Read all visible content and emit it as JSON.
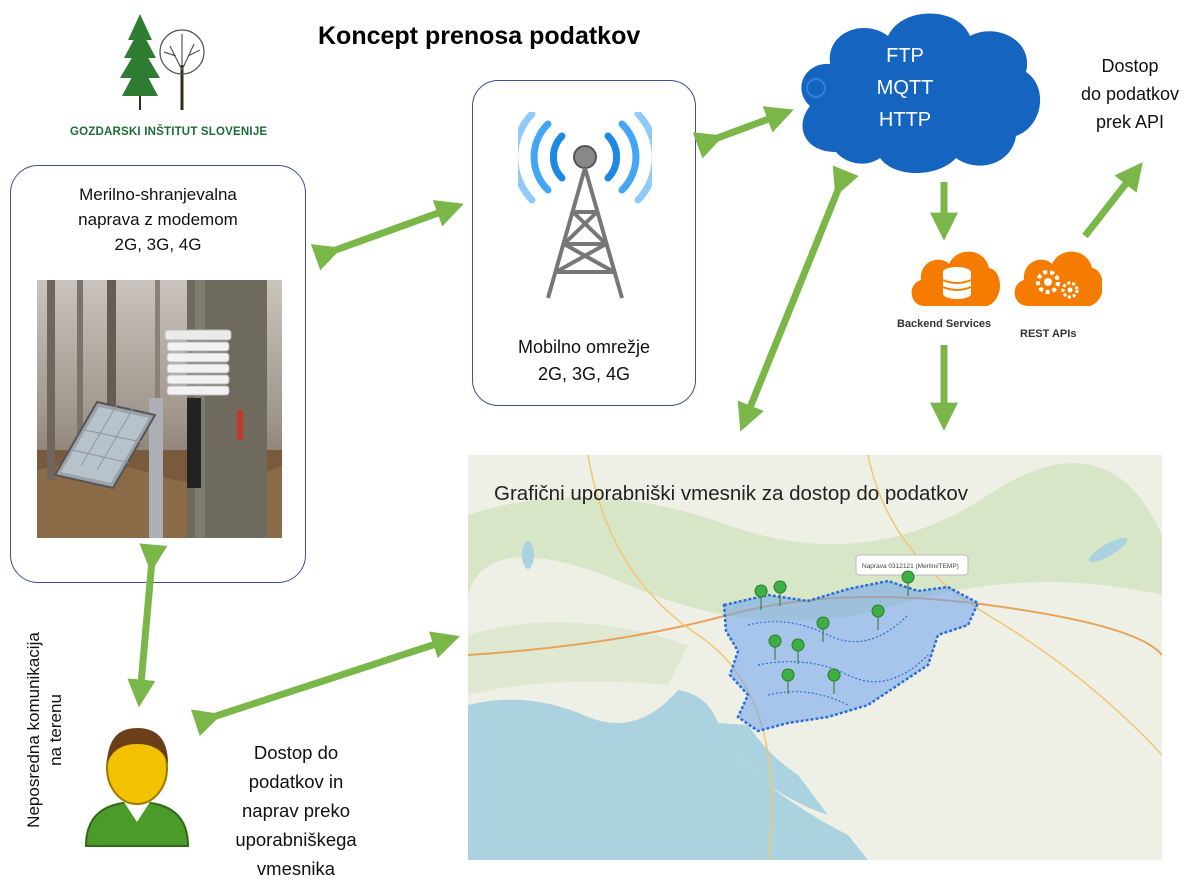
{
  "title": "Koncept prenosa podatkov",
  "logo": {
    "text": "GOZDARSKI INŠTITUT SLOVENIJE"
  },
  "device": {
    "lines": [
      "Merilno-shranjevalna",
      "naprava z modemom",
      "2G, 3G, 4G"
    ]
  },
  "network": {
    "lines": [
      "Mobilno omrežje",
      "2G, 3G, 4G"
    ]
  },
  "cloud": {
    "protocols": [
      "FTP",
      "MQTT",
      "HTTP"
    ]
  },
  "api_access": {
    "lines": [
      "Dostop",
      "do podatkov",
      "prek API"
    ]
  },
  "services": {
    "backend": "Backend Services",
    "rest": "REST APIs"
  },
  "map": {
    "title": "Grafični uporabniški vmesnik za dostop do podatkov",
    "popup": "Naprava 0312121 (Merilni/TEMP)"
  },
  "field": {
    "lines": [
      "Neposredna komunikacija",
      "na terenu"
    ]
  },
  "user_access": {
    "lines": [
      "Dostop do",
      "podatkov in",
      "naprav preko",
      "uporabniškega",
      "vmesnika"
    ]
  },
  "colors": {
    "arrow": "#7ab648",
    "cloud": "#1565c0",
    "box_border": "#3d4f8f",
    "service_orange": "#f57c00",
    "logo_green": "#1f6b38",
    "map_water": "#aad3df",
    "map_land": "#eef0e6",
    "map_region": "#2a6fdb",
    "marker": "#3cb043"
  }
}
